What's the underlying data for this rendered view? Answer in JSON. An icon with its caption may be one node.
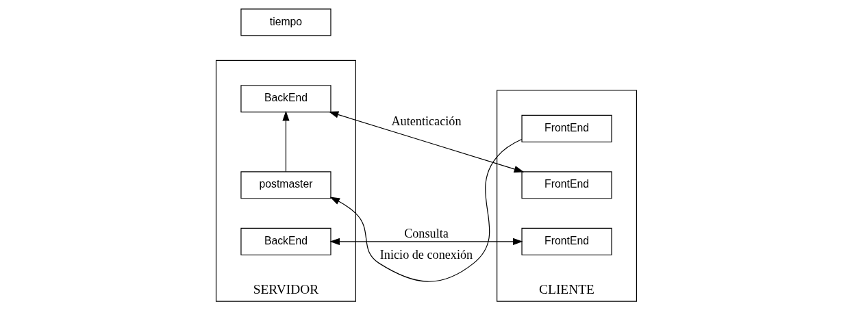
{
  "diagram": {
    "nodes": [
      {
        "text": [
          "SERVIDOR"
        ]
      },
      {
        "text": [
          "postmaster"
        ],
        "in": 0
      },
      {
        "text": [
          "BackEnd"
        ],
        "in": 0
      },
      {
        "text": [
          "BackEnd"
        ],
        "in": 0
      },
      {
        "text": [
          "CLIENTE"
        ]
      },
      {
        "text": [
          "FrontEnd"
        ],
        "in": 4
      },
      {
        "text": [
          "FrontEnd"
        ],
        "in": 4
      },
      {
        "text": [
          "FrontEnd"
        ],
        "in": 4
      },
      {
        "text": [
          "tiempo"
        ]
      }
    ],
    "edges": [
      {
        "from": 5,
        "to": 1,
        "arrow": "to",
        "label": "Inicio de conexión"
      },
      {
        "from": 1,
        "to": 2,
        "arrow": "to"
      },
      {
        "from": 2,
        "to": 6,
        "arrow": "both",
        "label": "Autenticación"
      },
      {
        "from": 3,
        "to": 7,
        "arrow": "both",
        "label": "Consulta"
      }
    ]
  }
}
